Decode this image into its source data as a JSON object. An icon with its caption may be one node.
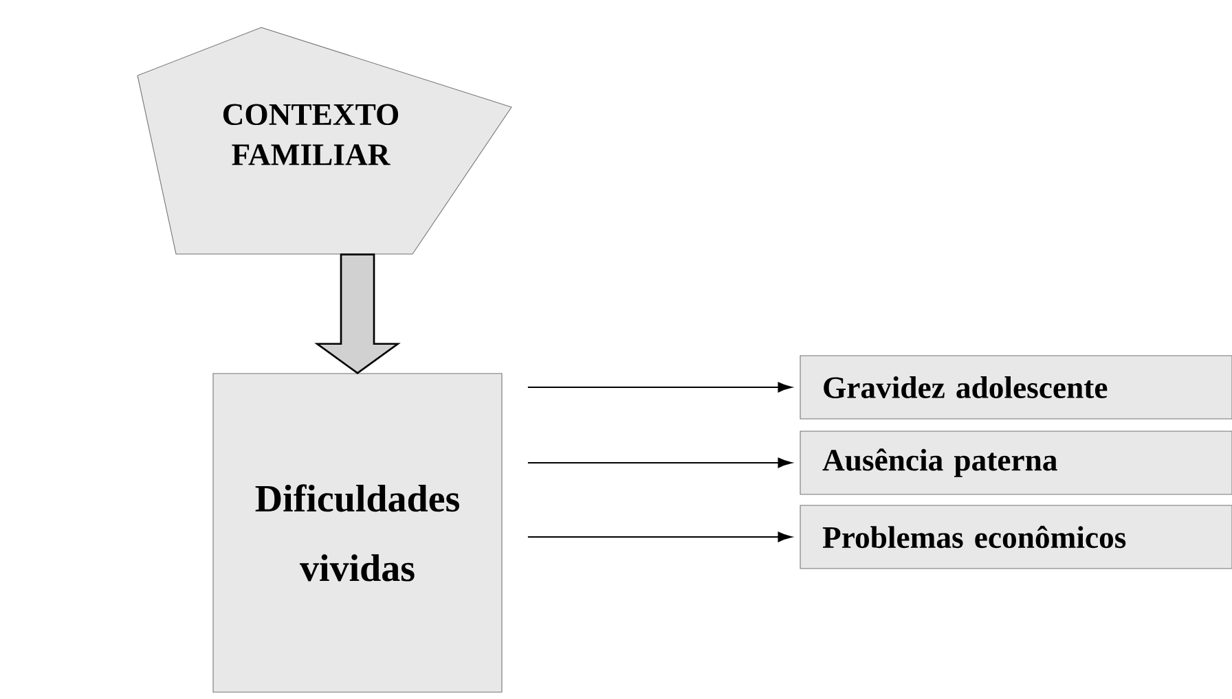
{
  "diagram": {
    "nodes": [
      {
        "text": [
          "CONTEXTO FAMILIAR"
        ]
      },
      {
        "text": [
          "Dificuldades vividas"
        ]
      },
      {
        "text": [
          "Gravidez adolescente"
        ]
      },
      {
        "text": [
          "Ausência paterna"
        ]
      },
      {
        "text": [
          "Problemas econômicos"
        ]
      }
    ],
    "edges": [
      {
        "from": 0,
        "to": 1,
        "arrow": "to",
        "style": "thick"
      },
      {
        "from": 1,
        "to": 2,
        "arrow": "to"
      },
      {
        "from": 1,
        "to": 3,
        "arrow": "to"
      },
      {
        "from": 1,
        "to": 4,
        "arrow": "to"
      }
    ]
  }
}
